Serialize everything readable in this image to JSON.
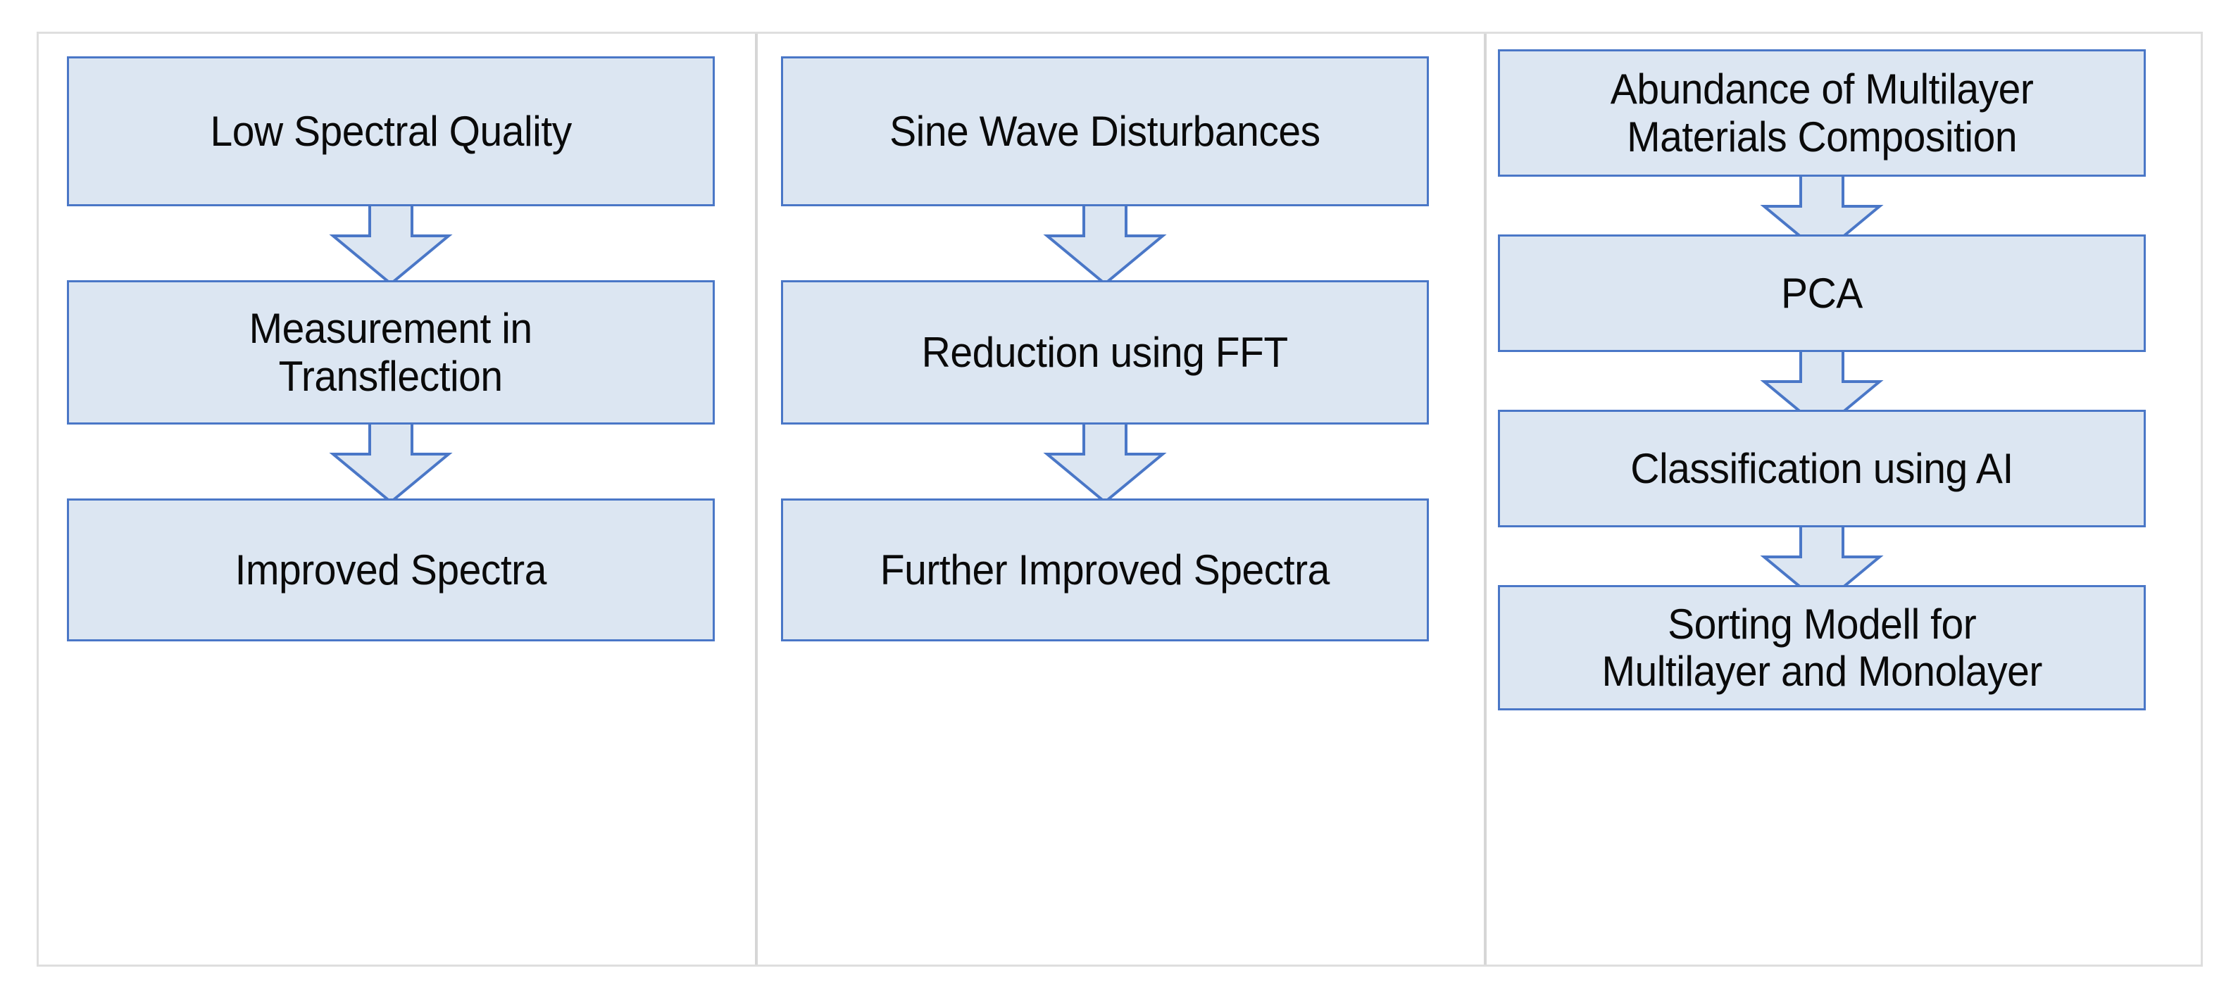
{
  "diagram": {
    "type": "three-column-flowchart",
    "columns": [
      {
        "id": "column-1",
        "nodes": [
          {
            "label": "Low Spectral Quality"
          },
          {
            "label": "Measurement in\nTransflection"
          },
          {
            "label": "Improved Spectra"
          }
        ],
        "connectors": [
          {
            "name": "arrow-down",
            "from": "Low Spectral Quality",
            "to": "Measurement in Transflection"
          },
          {
            "name": "arrow-down",
            "from": "Measurement in Transflection",
            "to": "Improved Spectra"
          }
        ]
      },
      {
        "id": "column-2",
        "nodes": [
          {
            "label": "Sine Wave Disturbances"
          },
          {
            "label": "Reduction using FFT"
          },
          {
            "label": "Further Improved Spectra"
          }
        ],
        "connectors": [
          {
            "name": "arrow-down",
            "from": "Sine Wave Disturbances",
            "to": "Reduction using FFT"
          },
          {
            "name": "arrow-down",
            "from": "Reduction using FFT",
            "to": "Further Improved Spectra"
          }
        ]
      },
      {
        "id": "column-3",
        "nodes": [
          {
            "label": "Abundance of Multilayer\nMaterials Composition"
          },
          {
            "label": "PCA"
          },
          {
            "label": "Classification using AI"
          },
          {
            "label": "Sorting Modell for\nMultilayer and Monolayer"
          }
        ],
        "connectors": [
          {
            "name": "arrow-down",
            "from": "Abundance of Multilayer Materials Composition",
            "to": "PCA"
          },
          {
            "name": "arrow-down",
            "from": "PCA",
            "to": "Classification using AI"
          },
          {
            "name": "arrow-down",
            "from": "Classification using AI",
            "to": "Sorting Modell for Multilayer and Monolayer"
          }
        ]
      }
    ],
    "colors": {
      "box_fill": "#DCE6F2",
      "box_border": "#4A77C7",
      "arrow_fill": "#DCE6F2",
      "arrow_border": "#4A77C7",
      "frame_border": "#DEDEDE",
      "divider": "#D6D6D6",
      "text": "#0A0A0A",
      "background": "#FFFFFF"
    }
  }
}
